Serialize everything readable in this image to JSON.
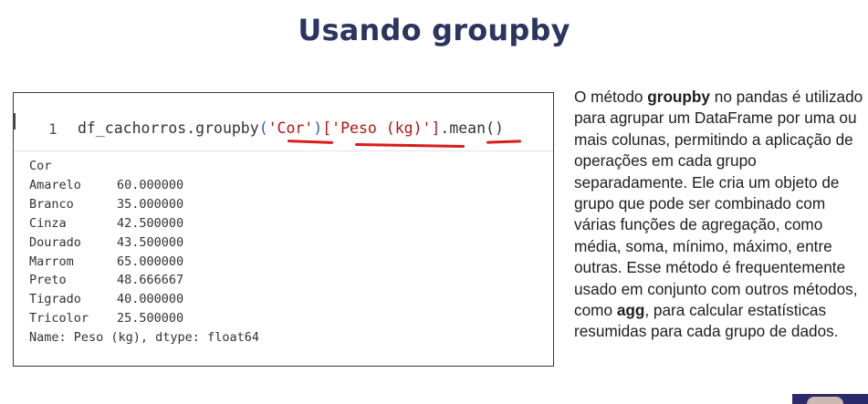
{
  "slide": {
    "title": "Usando groupby"
  },
  "code_cell": {
    "line_number": "1",
    "code": {
      "prefix": "df_cachorros.groupby",
      "open1": "(",
      "arg1": "'Cor'",
      "close1": ")",
      "arg2": "['Peso (kg)']",
      "dot": ".",
      "method": "mean",
      "call": "()"
    },
    "output": {
      "index_name": "Cor",
      "rows": [
        {
          "label": "Amarelo",
          "value": "60.000000"
        },
        {
          "label": "Branco",
          "value": "35.000000"
        },
        {
          "label": "Cinza",
          "value": "42.500000"
        },
        {
          "label": "Dourado",
          "value": "43.500000"
        },
        {
          "label": "Marrom",
          "value": "65.000000"
        },
        {
          "label": "Preto",
          "value": "48.666667"
        },
        {
          "label": "Tigrado",
          "value": "40.000000"
        },
        {
          "label": "Tricolor",
          "value": "25.500000"
        }
      ],
      "footer": "Name: Peso (kg), dtype: float64"
    }
  },
  "description": {
    "part1": "O método ",
    "bold1": "groupby",
    "part2": " no pandas é utilizado para agrupar um DataFrame por uma ou mais colunas, permitindo a aplicação de operações em cada grupo separadamente. Ele cria um objeto de grupo que pode ser combinado com várias funções de agregação, como média, soma, mínimo, máximo, entre outras. Esse método é frequentemente usado em conjunto com outros métodos, como ",
    "bold2": "agg",
    "part3": ", para calcular estatísticas resumidas para cada grupo de dados."
  },
  "colors": {
    "title": "#2c3560",
    "underline": "#d91b1b",
    "string": "#b31414"
  }
}
